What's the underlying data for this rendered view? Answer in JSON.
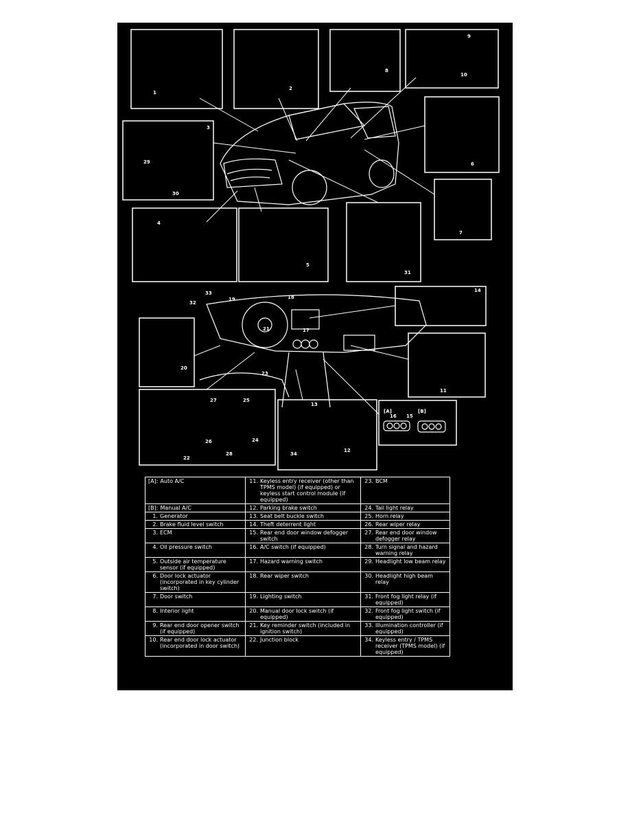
{
  "callouts": [
    "1",
    "2",
    "3",
    "4",
    "5",
    "6",
    "7",
    "8",
    "9",
    "10",
    "11",
    "12",
    "13",
    "14",
    "15",
    "16",
    "17",
    "18",
    "19",
    "20",
    "21",
    "22",
    "23",
    "24",
    "25",
    "26",
    "27",
    "28",
    "29",
    "30",
    "31",
    "32",
    "33",
    "34"
  ],
  "variant_labels": {
    "a": "[A]",
    "b": "[B]"
  },
  "legend": {
    "rows": [
      [
        {
          "num": "[A]:",
          "text": "Auto A/C"
        },
        {
          "num": "11.",
          "text": "Keyless entry receiver (other than TPMS model) (if equipped) or keyless start control module (if equipped)"
        },
        {
          "num": "23.",
          "text": "BCM"
        }
      ],
      [
        {
          "num": "[B]:",
          "text": "Manual A/C"
        },
        {
          "num": "12.",
          "text": "Parking brake switch"
        },
        {
          "num": "24.",
          "text": "Tail light relay"
        }
      ],
      [
        {
          "num": "1.",
          "text": "Generator"
        },
        {
          "num": "13.",
          "text": "Seat belt buckle switch"
        },
        {
          "num": "25.",
          "text": "Horn relay"
        }
      ],
      [
        {
          "num": "2.",
          "text": "Brake fluid level switch"
        },
        {
          "num": "14.",
          "text": "Theft deterrent light"
        },
        {
          "num": "26.",
          "text": "Rear wiper relay"
        }
      ],
      [
        {
          "num": "3.",
          "text": "ECM"
        },
        {
          "num": "15.",
          "text": "Rear end door window defogger switch"
        },
        {
          "num": "27.",
          "text": "Rear end door window defogger relay"
        }
      ],
      [
        {
          "num": "4.",
          "text": "Oil pressure switch"
        },
        {
          "num": "16.",
          "text": "A/C switch (if equipped)"
        },
        {
          "num": "28.",
          "text": "Turn signal and hazard warning relay"
        }
      ],
      [
        {
          "num": "5.",
          "text": "Outside air temperature sensor (if equipped)"
        },
        {
          "num": "17.",
          "text": "Hazard warning switch"
        },
        {
          "num": "29.",
          "text": "Headlight low beam relay"
        }
      ],
      [
        {
          "num": "6.",
          "text": "Door lock actuator (incorporated in key cylinder switch)"
        },
        {
          "num": "18.",
          "text": "Rear wiper switch"
        },
        {
          "num": "30.",
          "text": "Headlight high beam relay"
        }
      ],
      [
        {
          "num": "7.",
          "text": "Door switch"
        },
        {
          "num": "19.",
          "text": "Lighting switch"
        },
        {
          "num": "31.",
          "text": "Front fog light relay (if equipped)"
        }
      ],
      [
        {
          "num": "8.",
          "text": "Interior light"
        },
        {
          "num": "20.",
          "text": "Manual door lock switch (if equipped)"
        },
        {
          "num": "32.",
          "text": "Front fog light switch (if equipped)"
        }
      ],
      [
        {
          "num": "9.",
          "text": "Rear end door opener switch (if equipped)"
        },
        {
          "num": "21.",
          "text": "Key reminder switch (included in ignition switch)"
        },
        {
          "num": "33.",
          "text": "Illumination controller (if equipped)"
        }
      ],
      [
        {
          "num": "10.",
          "text": "Rear end door lock actuator (incorporated in door switch)"
        },
        {
          "num": "22.",
          "text": "Junction block"
        },
        {
          "num": "34.",
          "text": "Keyless entry / TPMS receiver (TPMS model) (if equipped)"
        }
      ]
    ]
  }
}
